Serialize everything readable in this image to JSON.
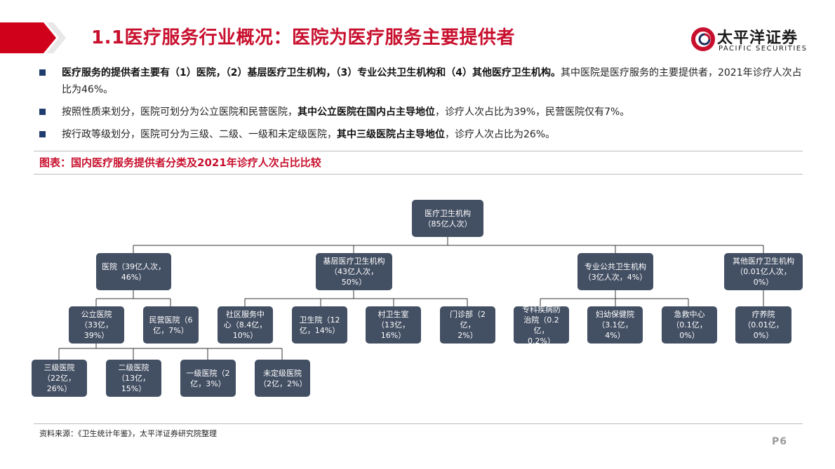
{
  "header": {
    "title": "1.1医疗服务行业概况：医院为医疗服务主要提供者",
    "logo_cn": "太平洋证券",
    "logo_en": "PACIFIC SECURITIES"
  },
  "bullets": [
    {
      "bold": "医疗服务的提供者主要有（1）医院，（2）基层医疗卫生机构，（3）专业公共卫生机构和（4）其他医疗卫生机构。",
      "rest": "其中医院是医疗服务的主要提供者，2021年诊疗人次占比为46%。",
      "lead": ""
    },
    {
      "lead": "按照性质来划分，医院可划分为公立医院和民营医院，",
      "bold": "其中公立医院在国内占主导地位",
      "rest": "，诊疗人次占比为39%，民营医院仅有7%。"
    },
    {
      "lead": "按行政等级划分，医院可分为三级、二级、一级和未定级医院，",
      "bold": "其中三级医院占主导地位",
      "rest": "，诊疗人次占比为26%。"
    }
  ],
  "figure": {
    "caption": "图表：国内医疗服务提供者分类及2021年诊疗人次占比比较",
    "nodes": {
      "root": "医疗卫生机构\n（85亿人次）",
      "hospital": "医院（39亿人次，\n46%）",
      "grassroots": "基层医疗卫生机构\n（43亿人次，50%）",
      "public_health": "专业公共卫生机构\n（3亿人次，4%）",
      "other": "其他医疗卫生机构\n（0.01亿人次，0%）",
      "public_hosp": "公立医院\n（33亿，39%）",
      "private_hosp": "民营医院（6\n亿，7%）",
      "community": "社区服务中\n心（8.4亿，\n10%）",
      "township": "卫生院（12\n亿，14%）",
      "village": "村卫生室\n（13亿，16%）",
      "clinic": "门诊部（2亿，\n2%）",
      "specialist": "专科疾病防\n治院（0.2亿，\n0.2%）",
      "maternal": "妇幼保健院\n（3.1亿，4%）",
      "emergency": "急救中心\n（0.1亿，0%）",
      "sanatorium": "疗养院\n（0.01亿，\n0%）",
      "tier3": "三级医院\n（22亿，26%）",
      "tier2": "二级医院\n（13亿，15%）",
      "tier1": "一级医院（2\n亿，3%）",
      "unrated": "未定级医院\n（2亿，2%）"
    }
  },
  "footer": {
    "source": "资料来源：《卫生统计年鉴》，太平洋证券研究院整理",
    "page": "P6"
  },
  "colors": {
    "brand_red": "#c8102e",
    "node_fill": "#434f63",
    "bullet_square": "#1f3c6e"
  }
}
